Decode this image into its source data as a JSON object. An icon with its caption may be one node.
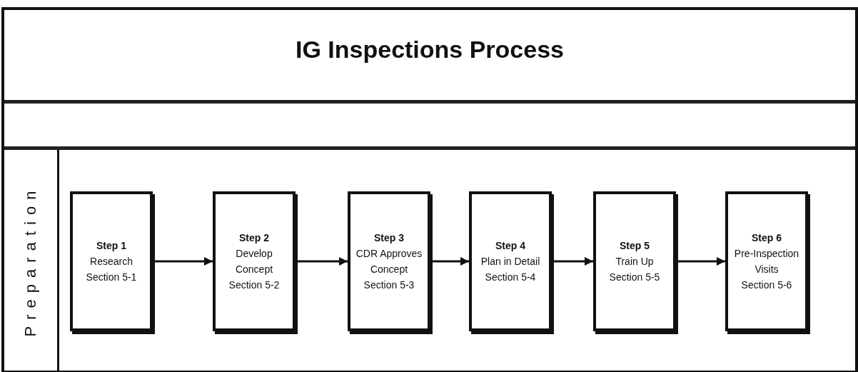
{
  "diagram": {
    "title": "IG Inspections Process",
    "nodes": [
      {
        "text": [
          "Preparation"
        ]
      },
      {
        "text": [
          "Step 1",
          "Research",
          "Section 5-1"
        ]
      },
      {
        "text": [
          "Step 2",
          "Develop Concept",
          "Section 5-2"
        ]
      },
      {
        "text": [
          "Step 3",
          "CDR Approves Concept",
          "Section 5-3"
        ]
      },
      {
        "text": [
          "Step 4",
          "Plan in Detail",
          "Section 5-4"
        ]
      },
      {
        "text": [
          "Step 5",
          "Train Up",
          "Section 5-5"
        ]
      },
      {
        "text": [
          "Step 6",
          "Pre-Inspection Visits",
          "Section 5-6"
        ]
      }
    ],
    "edges": [
      {
        "from": 1,
        "to": 2,
        "arrow": "to"
      },
      {
        "from": 2,
        "to": 3,
        "arrow": "to"
      },
      {
        "from": 3,
        "to": 4,
        "arrow": "to"
      },
      {
        "from": 4,
        "to": 5,
        "arrow": "to"
      },
      {
        "from": 5,
        "to": 6,
        "arrow": "to"
      }
    ]
  }
}
